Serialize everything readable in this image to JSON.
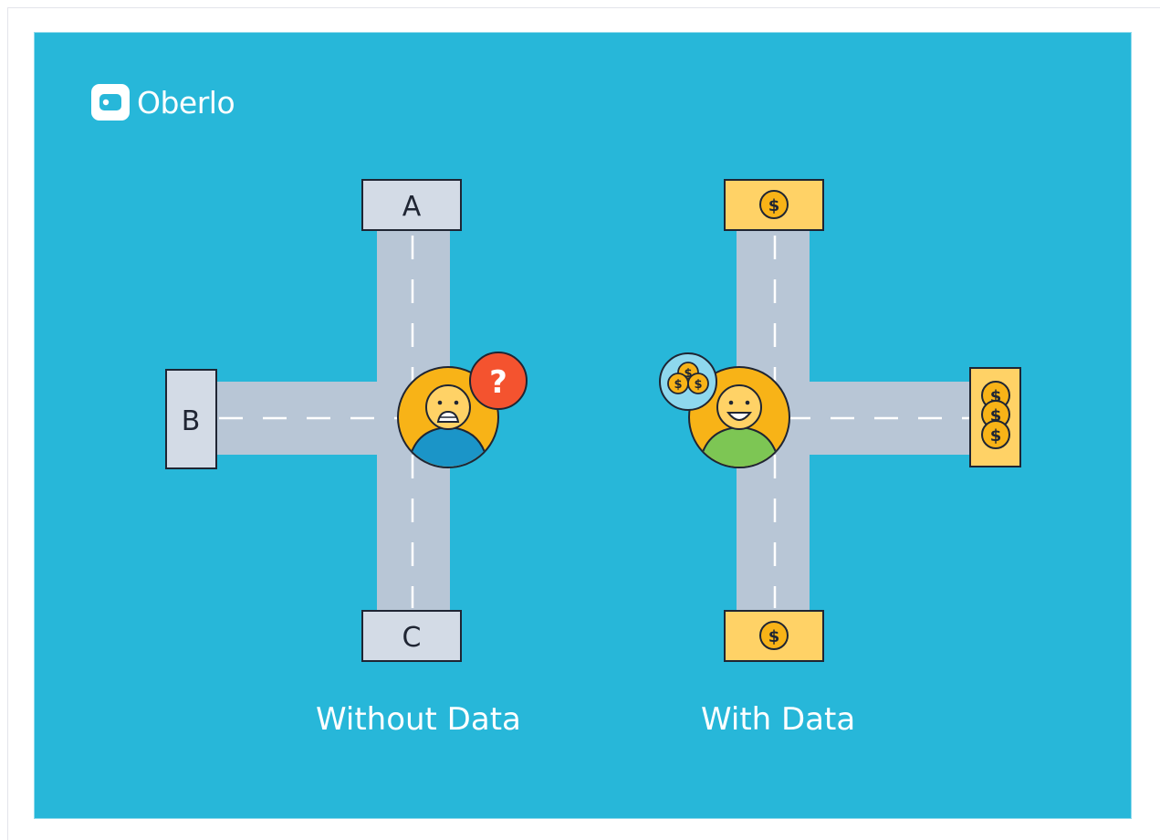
{
  "brand": {
    "name": "Oberlo"
  },
  "left_diagram": {
    "node_top": "A",
    "node_left": "B",
    "node_bottom": "C",
    "badge_symbol": "?",
    "caption": "Without Data"
  },
  "right_diagram": {
    "coin_symbol": "$",
    "caption": "With Data"
  },
  "colors": {
    "background": "#27b7d9",
    "road": "#b8c6d6",
    "node_gray": "#d3dbe6",
    "node_gold": "#ffd266",
    "coin": "#f8b317",
    "avatar_ring": "#f8b317",
    "face": "#ffd266",
    "shirt_blue": "#1b95c8",
    "shirt_green": "#7dc654",
    "question_badge": "#f4532f",
    "outline": "#1f2533"
  },
  "icons": [
    "logo-tag-icon",
    "question-icon",
    "dollar-coin-icon",
    "person-avatar-icon"
  ]
}
